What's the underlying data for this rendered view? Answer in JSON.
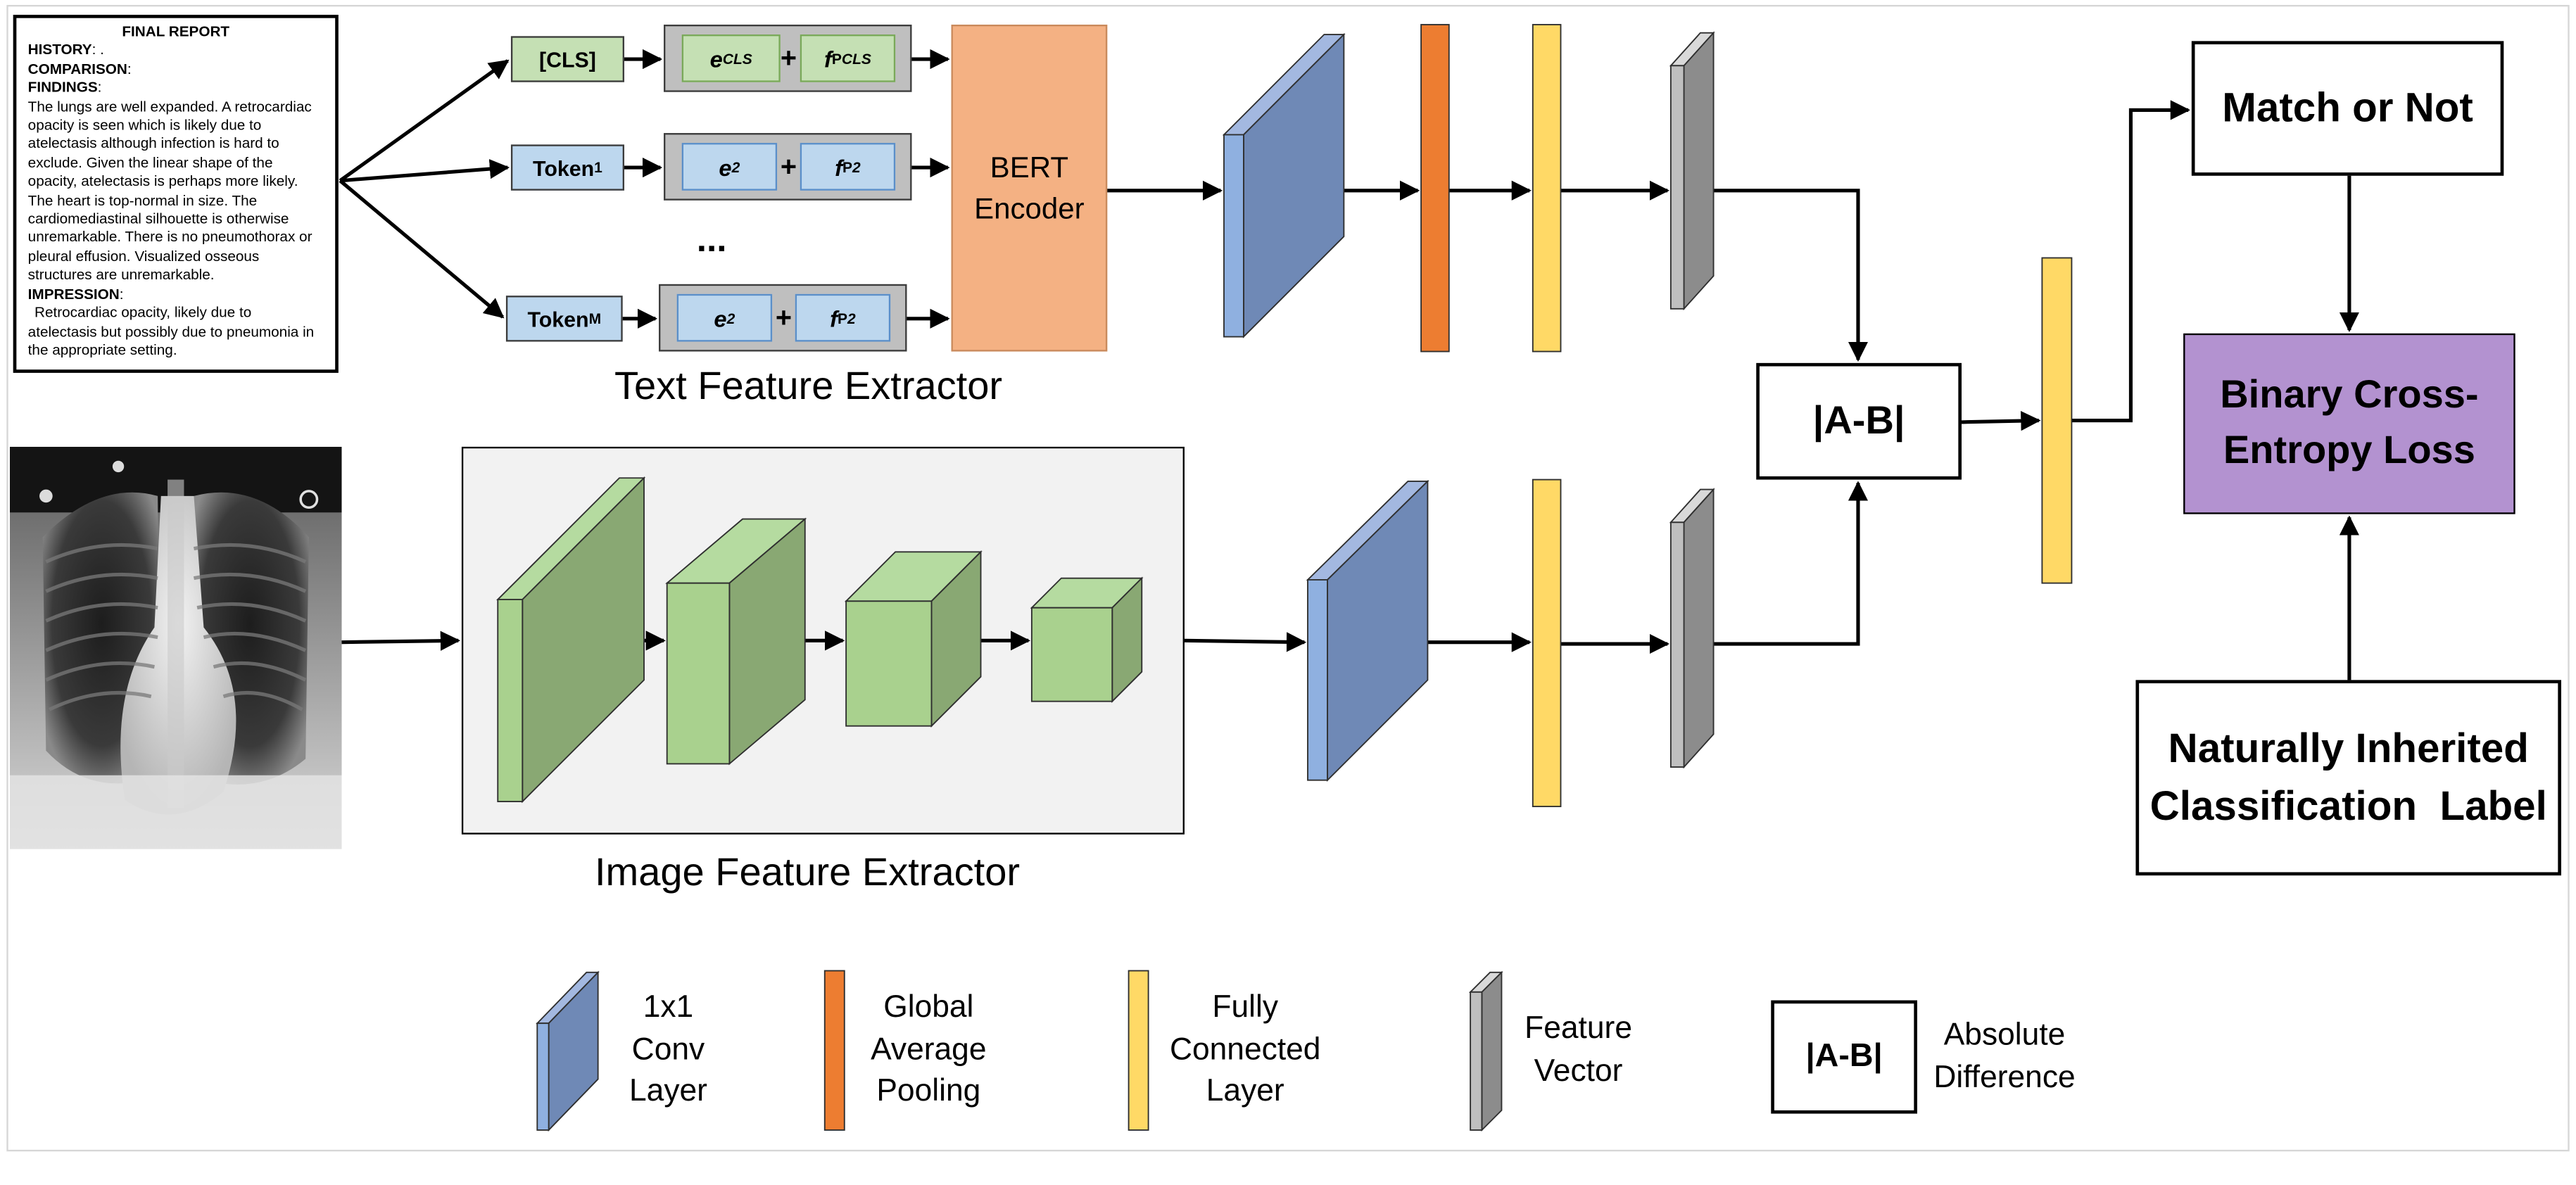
{
  "report": {
    "title": "FINAL REPORT",
    "history_key": "HISTORY",
    "history_val": ": .",
    "comparison_key": "COMPARISON",
    "comparison_val": ":",
    "findings_key": "FINDINGS",
    "findings_val": ":",
    "findings_text": "The lungs are well expanded. A retrocardiac opacity is seen which is likely due to atelectasis although infection is hard to exclude.  Given the linear shape of the opacity, atelectasis is perhaps more likely. The heart is top-normal in size. The cardiomediastinal silhouette is otherwise unremarkable. There is no pneumothorax or pleural effusion.  Visualized osseous structures are unremarkable.",
    "impression_key": "IMPRESSION",
    "impression_val": ":",
    "impression_text": "Retrocardiac opacity, likely due to atelectasis but possibly due to pneumonia in the appropriate setting."
  },
  "text_branch": {
    "cls_label": "[CLS]",
    "token1_label": "Token",
    "token1_sub": "1",
    "tokenm_label": "Token",
    "tokenm_sub": "M",
    "e_cls": "e",
    "e_cls_sub": "CLS",
    "f_cls": "f",
    "f_cls_sup": "P",
    "f_cls_sub": "CLS",
    "e2": "e",
    "e2_sub": "2",
    "f2": "f",
    "f2_sup": "P",
    "f2_sub": "2",
    "plus": "+",
    "ellipsis": "...",
    "bert_line1": "BERT",
    "bert_line2": "Encoder",
    "title": "Text Feature Extractor"
  },
  "image_branch": {
    "title": "Image Feature Extractor"
  },
  "abs_diff": "|A-B|",
  "match_label": "Match or Not",
  "bce_line1": "Binary Cross-",
  "bce_line2": "Entropy Loss",
  "label_line1": "Naturally Inherited",
  "label_line2": "Classification  Label",
  "legend": {
    "conv": [
      "1x1",
      "Conv",
      "Layer"
    ],
    "gap": [
      "Global",
      "Average",
      "Pooling"
    ],
    "fc": [
      "Fully",
      "Connected",
      "Layer"
    ],
    "feat": [
      "Feature",
      "Vector"
    ],
    "abs_box": "|A-B|",
    "abs": [
      "Absolute",
      "Difference"
    ]
  },
  "colors": {
    "conv_blue": "#6f89b6",
    "gap_orange": "#ed7d31",
    "fc_yellow": "#ffd966",
    "feature_gray": "#a6a6a6",
    "cnn_green": "#a9d18e",
    "token_blue": "#bdd7ee",
    "cls_green": "#c5e0b4",
    "bert_orange": "#f4b183",
    "bce_purple": "#b392d0"
  }
}
